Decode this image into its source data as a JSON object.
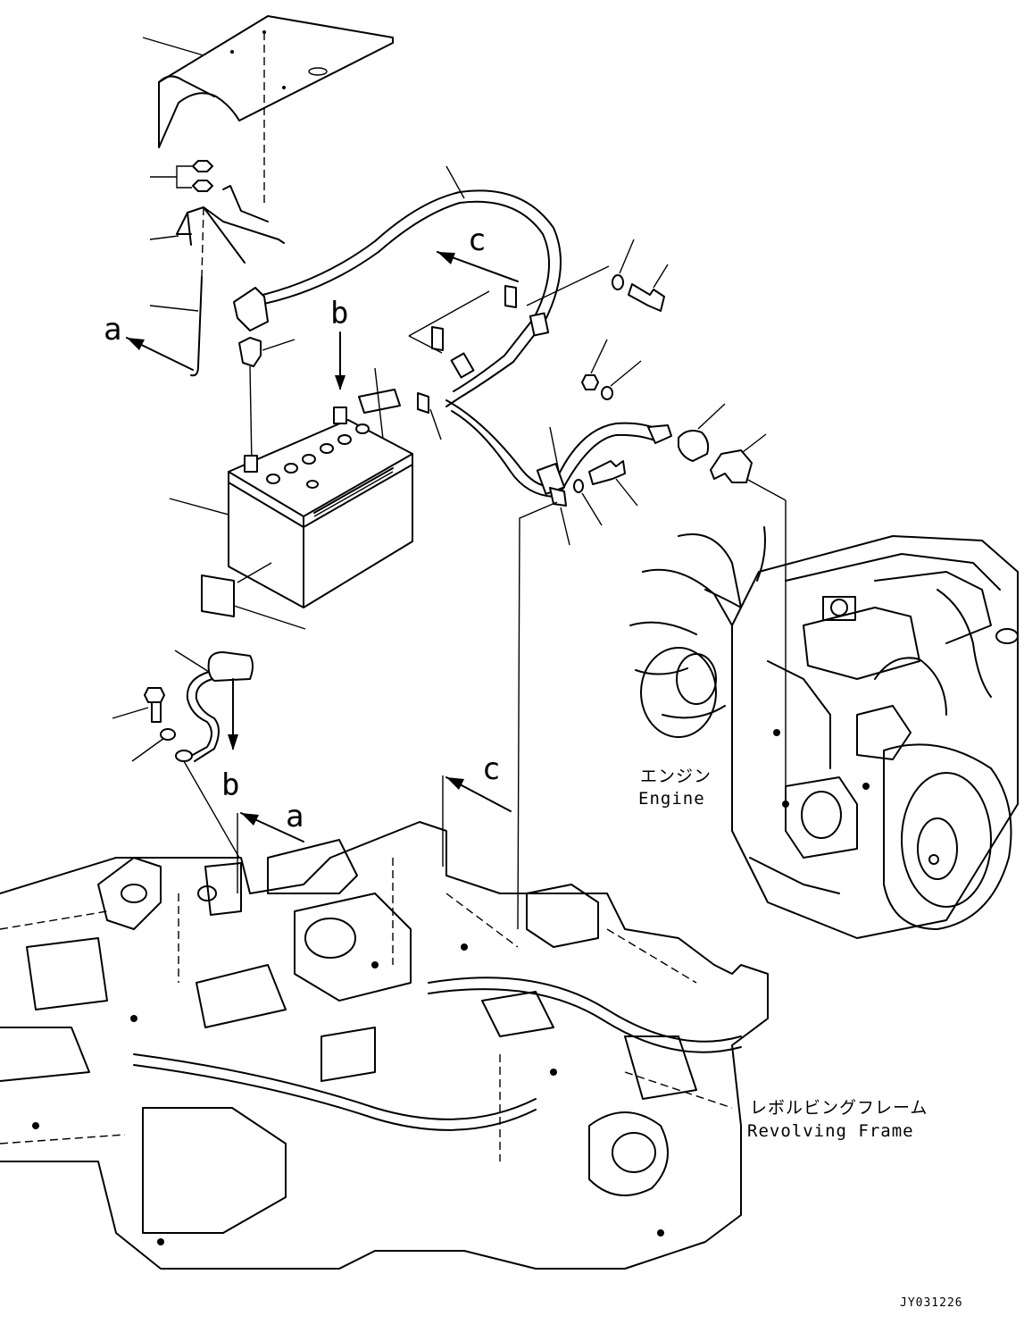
{
  "view_labels": {
    "a": "a",
    "b": "b",
    "c": "c"
  },
  "annotations": {
    "engine_jp": "エンジン",
    "engine_en": "Engine",
    "frame_jp": "レボルビングフレーム",
    "frame_en": "Revolving Frame"
  },
  "drawing_code": "JY031226"
}
